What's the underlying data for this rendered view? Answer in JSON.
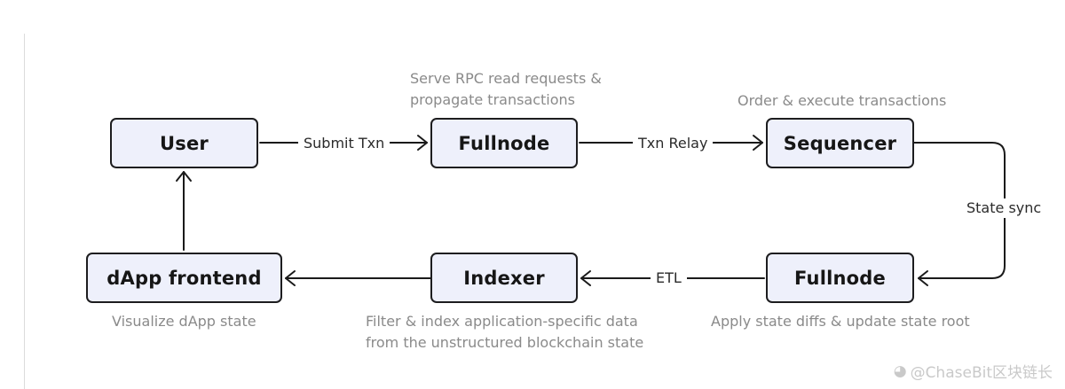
{
  "nodes": {
    "user": "User",
    "fullnode_top": "Fullnode",
    "sequencer": "Sequencer",
    "dapp": "dApp frontend",
    "indexer": "Indexer",
    "fullnode_bottom": "Fullnode"
  },
  "edges": {
    "submit_txn": "Submit Txn",
    "txn_relay": "Txn Relay",
    "state_sync": "State sync",
    "etl": "ETL"
  },
  "annotations": {
    "fullnode_top_line1": "Serve RPC read requests &",
    "fullnode_top_line2": "propagate transactions",
    "sequencer": "Order & execute transactions",
    "dapp": "Visualize dApp state",
    "indexer_line1": "Filter & index application-specific data",
    "indexer_line2": "from the unstructured blockchain state",
    "fullnode_bottom": "Apply state diffs & update state root"
  },
  "watermark": "@ChaseBit区块链长",
  "colors": {
    "node_fill": "#eef0fb",
    "node_border": "#1d1d1f",
    "annotation_text": "#8a8a8a"
  }
}
